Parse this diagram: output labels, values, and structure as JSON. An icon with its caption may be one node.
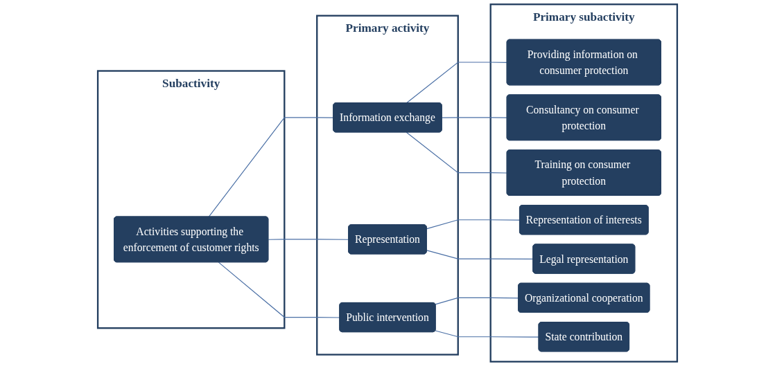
{
  "diagram": {
    "nodes": [
      {
        "text": [
          "Subactivity"
        ]
      },
      {
        "text": [
          "Primary activity"
        ]
      },
      {
        "text": [
          "Primary subactivity"
        ]
      },
      {
        "text": [
          "Activities supporting the enforcement of customer rights"
        ],
        "in": 0
      },
      {
        "text": [
          "Information exchange"
        ],
        "in": 1
      },
      {
        "text": [
          "Representation"
        ],
        "in": 1
      },
      {
        "text": [
          "Public intervention"
        ],
        "in": 1
      },
      {
        "text": [
          "Providing information on consumer protection"
        ],
        "in": 2
      },
      {
        "text": [
          "Consultancy on consumer protection"
        ],
        "in": 2
      },
      {
        "text": [
          "Training on consumer protection"
        ],
        "in": 2
      },
      {
        "text": [
          "Representation of interests"
        ],
        "in": 2
      },
      {
        "text": [
          "Legal representation"
        ],
        "in": 2
      },
      {
        "text": [
          "Organizational cooperation"
        ],
        "in": 2
      },
      {
        "text": [
          "State contribution"
        ],
        "in": 2
      }
    ],
    "edges": [
      {
        "from": 3,
        "to": 4,
        "arrow": "none"
      },
      {
        "from": 3,
        "to": 5,
        "arrow": "none"
      },
      {
        "from": 3,
        "to": 6,
        "arrow": "none"
      },
      {
        "from": 4,
        "to": 7,
        "arrow": "none"
      },
      {
        "from": 4,
        "to": 8,
        "arrow": "none"
      },
      {
        "from": 4,
        "to": 9,
        "arrow": "none"
      },
      {
        "from": 5,
        "to": 10,
        "arrow": "none"
      },
      {
        "from": 5,
        "to": 11,
        "arrow": "none"
      },
      {
        "from": 6,
        "to": 12,
        "arrow": "none"
      },
      {
        "from": 6,
        "to": 13,
        "arrow": "none"
      }
    ]
  }
}
